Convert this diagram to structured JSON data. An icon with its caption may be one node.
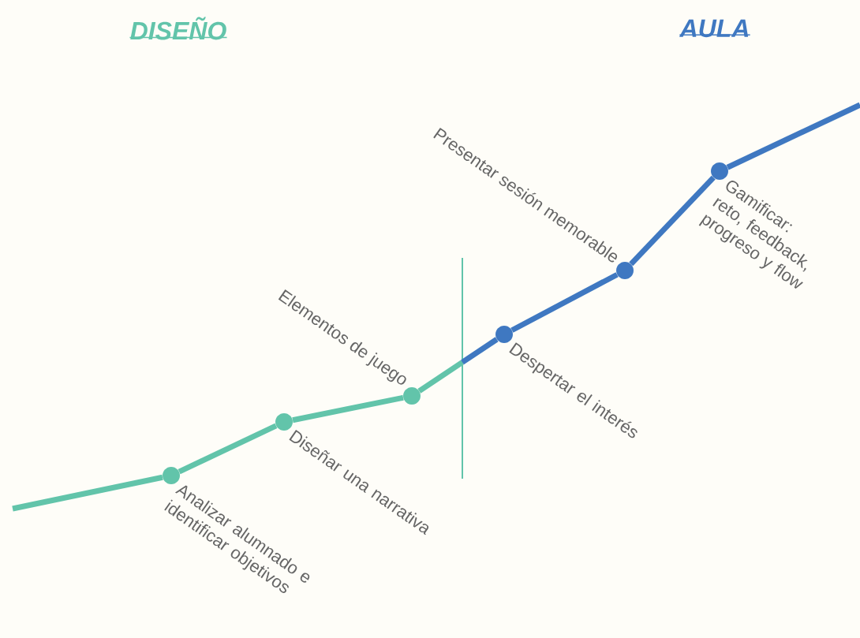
{
  "diagram": {
    "nodes": [
      {
        "text": [],
        "shape": "circle",
        "beside": [
          "Analizar alumnado e identificar objetivos"
        ]
      },
      {
        "text": [],
        "shape": "circle",
        "beside": [
          "Diseñar una narrativa"
        ]
      },
      {
        "text": [],
        "shape": "circle",
        "beside": [
          "Elementos de juego"
        ]
      },
      {
        "text": [],
        "shape": "circle",
        "beside": [
          "Despertar el interés"
        ]
      },
      {
        "text": [],
        "shape": "circle",
        "beside": [
          "Presentar sesión memorable"
        ]
      },
      {
        "text": [],
        "shape": "circle",
        "beside": [
          "Gamificar: reto, feedback, progreso y flow"
        ]
      }
    ],
    "edges": [
      {
        "from": null,
        "to": 0,
        "arrow": "none",
        "color": "#62c4aa"
      },
      {
        "from": 0,
        "to": 1,
        "arrow": "none",
        "color": "#62c4aa"
      },
      {
        "from": 1,
        "to": 2,
        "arrow": "none",
        "color": "#62c4aa"
      },
      {
        "from": 2,
        "to": 3,
        "arrow": "none",
        "color": "#62c4aa"
      },
      {
        "from": 3,
        "to": 4,
        "arrow": "none",
        "color": "#3f78c1"
      },
      {
        "from": 4,
        "to": 5,
        "arrow": "none",
        "color": "#3f78c1"
      },
      {
        "from": 5,
        "to": null,
        "arrow": "none",
        "color": "#3f78c1"
      }
    ],
    "labels": [
      "DISEÑO",
      "AULA"
    ]
  }
}
